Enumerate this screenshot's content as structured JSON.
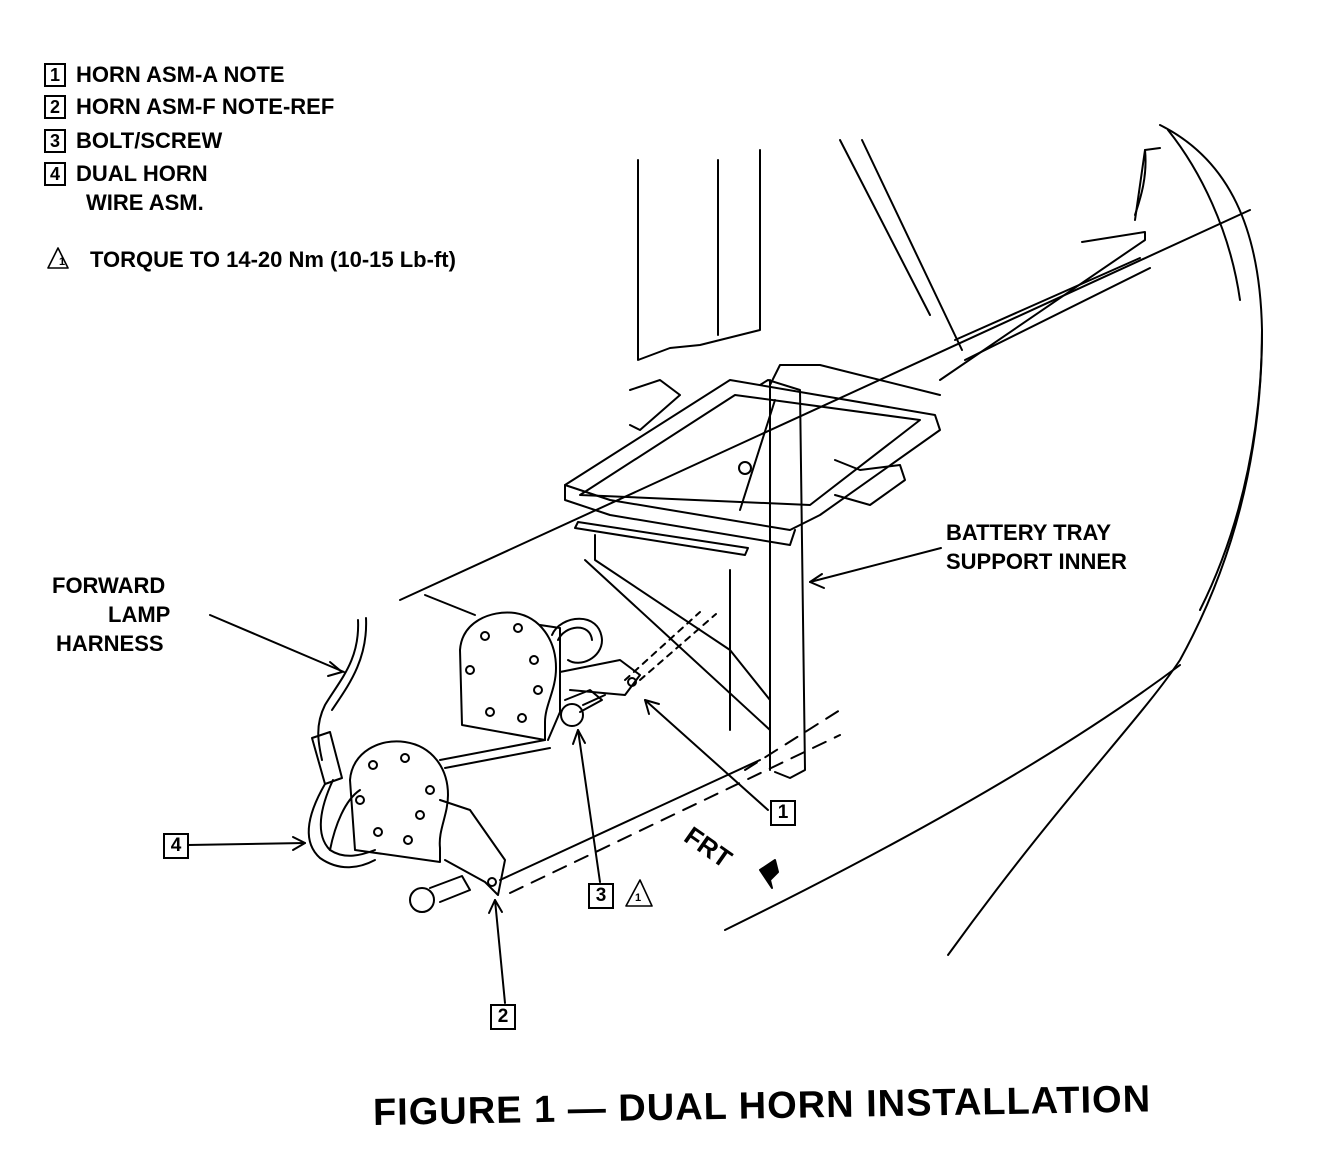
{
  "legend": {
    "items": [
      {
        "num": "1",
        "text": "HORN ASM-A NOTE"
      },
      {
        "num": "2",
        "text": "HORN ASM-F NOTE-REF"
      },
      {
        "num": "3",
        "text": "BOLT/SCREW"
      },
      {
        "num": "4",
        "text": "DUAL HORN",
        "text2": "WIRE ASM."
      }
    ],
    "torque_num": "1",
    "torque_text": "TORQUE TO 14-20 Nm (10-15 Lb-ft)"
  },
  "labels": {
    "battery_tray_line1": "BATTERY TRAY",
    "battery_tray_line2": "SUPPORT INNER",
    "forward_line1": "FORWARD",
    "forward_line2": "LAMP",
    "forward_line3": "HARNESS",
    "frt": "FRT"
  },
  "callouts": {
    "c1": "1",
    "c2": "2",
    "c3": "3",
    "c4": "4",
    "c3_torque": "1"
  },
  "caption": "FIGURE 1 — DUAL HORN INSTALLATION"
}
